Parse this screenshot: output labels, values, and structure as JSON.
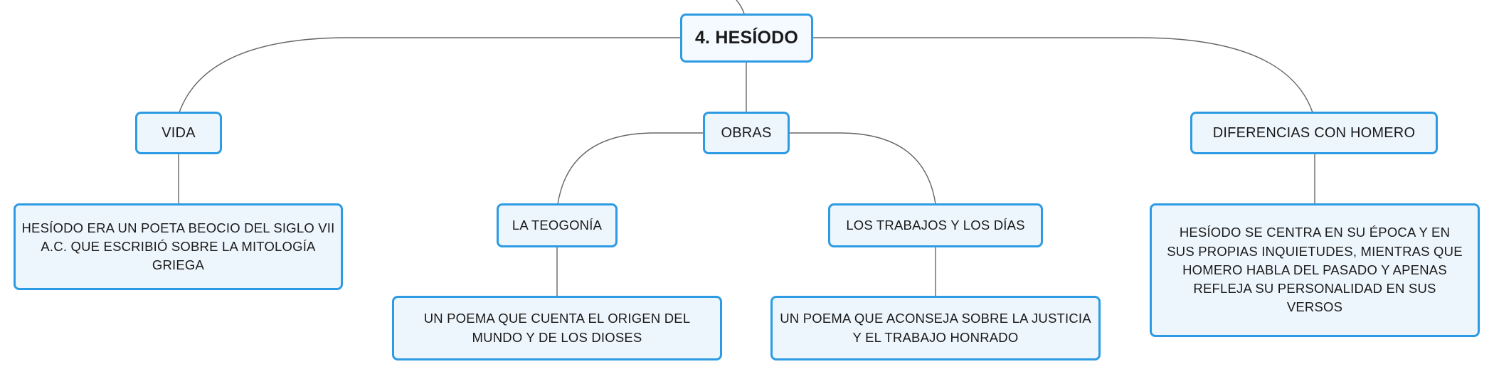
{
  "diagram": {
    "root": {
      "label": "4. HESÍODO"
    },
    "branches": {
      "vida": {
        "label": "VIDA",
        "detail": "HESÍODO ERA UN POETA BEOCIO DEL SIGLO VII A.C. QUE ESCRIBIÓ SOBRE LA MITOLOGÍA GRIEGA"
      },
      "obras": {
        "label": "OBRAS",
        "teogonia": {
          "label": "LA TEOGONÍA",
          "detail": "UN POEMA QUE CUENTA EL ORIGEN DEL MUNDO Y DE LOS DIOSES"
        },
        "trabajos": {
          "label": "LOS TRABAJOS Y LOS DÍAS",
          "detail": "UN POEMA QUE ACONSEJA SOBRE LA JUSTICIA Y EL TRABAJO HONRADO"
        }
      },
      "diferencias": {
        "label": "DIFERENCIAS CON HOMERO",
        "detail": "HESÍODO SE CENTRA EN SU ÉPOCA Y EN SUS PROPIAS INQUIETUDES, MIENTRAS QUE HOMERO HABLA DEL PASADO Y APENAS REFLEJA SU PERSONALIDAD EN SUS VERSOS"
      }
    },
    "colors": {
      "node_border": "#2d9be3",
      "node_fill": "#eef6fd",
      "connector": "#666666"
    }
  }
}
